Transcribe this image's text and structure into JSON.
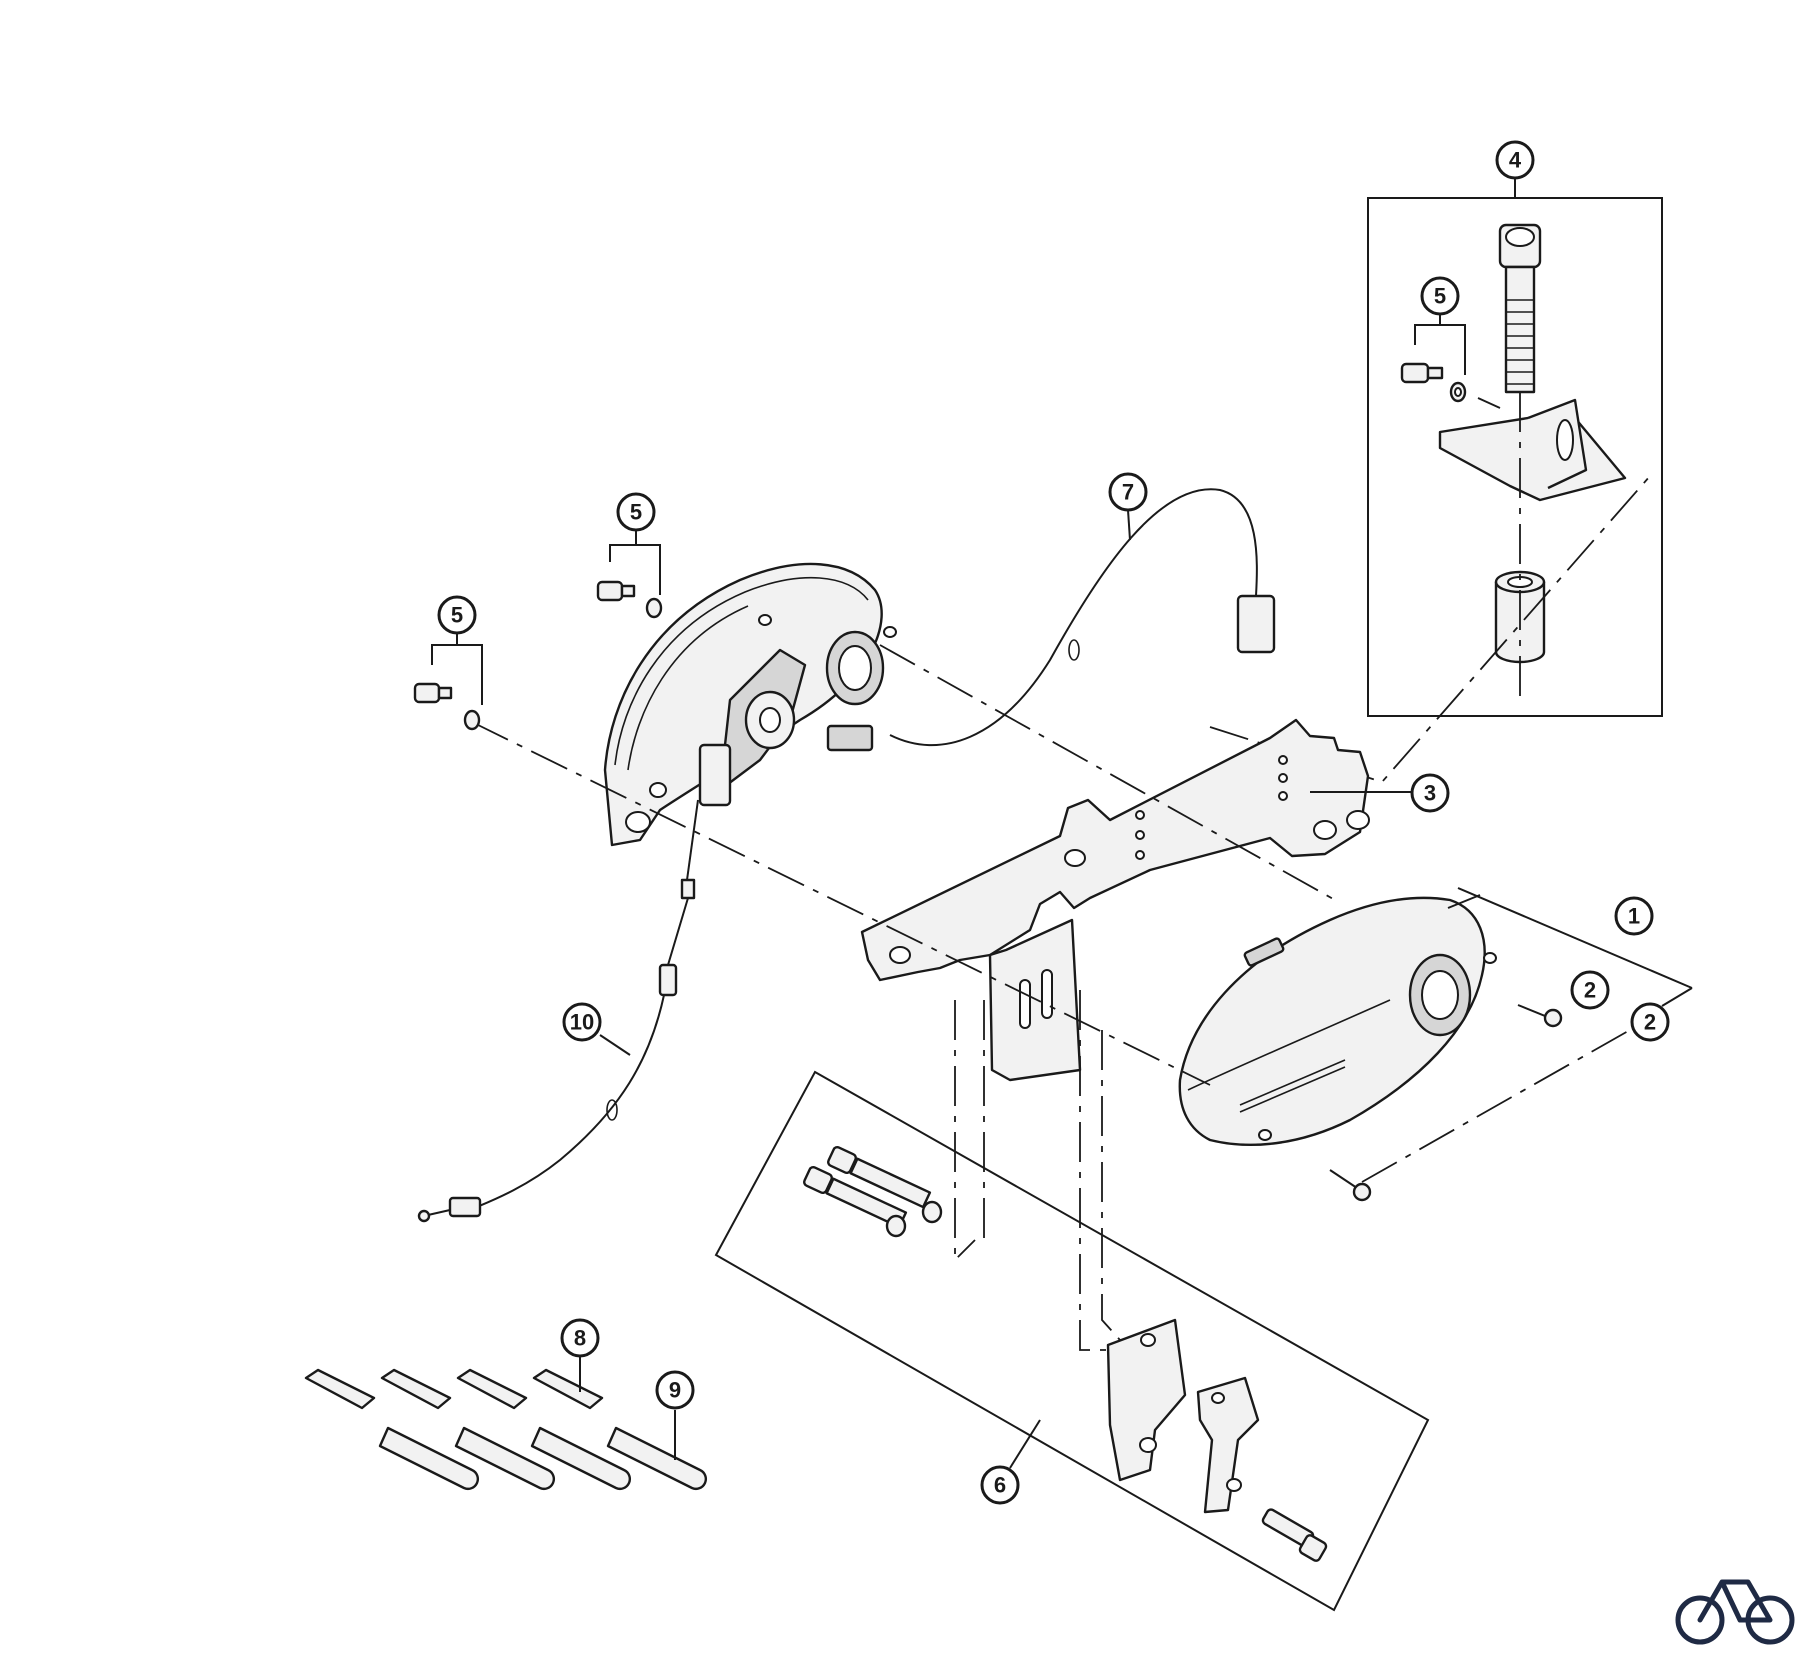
{
  "diagram": {
    "callouts": [
      {
        "id": "c1",
        "label": "1"
      },
      {
        "id": "c2a",
        "label": "2"
      },
      {
        "id": "c2b",
        "label": "2"
      },
      {
        "id": "c3",
        "label": "3"
      },
      {
        "id": "c4",
        "label": "4"
      },
      {
        "id": "c5a",
        "label": "5"
      },
      {
        "id": "c5b",
        "label": "5"
      },
      {
        "id": "c5c",
        "label": "5"
      },
      {
        "id": "c6",
        "label": "6"
      },
      {
        "id": "c7",
        "label": "7"
      },
      {
        "id": "c8",
        "label": "8"
      },
      {
        "id": "c9",
        "label": "9"
      },
      {
        "id": "c10",
        "label": "10"
      }
    ],
    "colors": {
      "ink": "#1a1a1a",
      "logo": "#1f2a44"
    },
    "icons": {
      "brand": "bicycle-logo-icon"
    }
  }
}
